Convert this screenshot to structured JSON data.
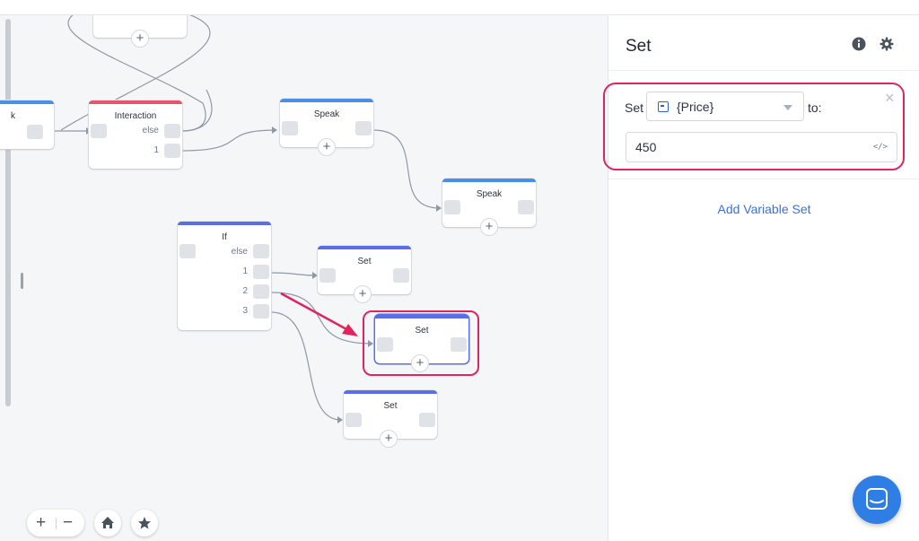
{
  "canvas": {
    "nodes": {
      "top_partial": {},
      "left_partial": {
        "label": "k"
      },
      "interaction": {
        "title": "Interaction",
        "ports": [
          "else",
          "1"
        ]
      },
      "speak1": {
        "title": "Speak"
      },
      "speak2": {
        "title": "Speak"
      },
      "if_node": {
        "title": "If",
        "ports": [
          "else",
          "1",
          "2",
          "3"
        ]
      },
      "set1": {
        "title": "Set"
      },
      "set2": {
        "title": "Set"
      },
      "set3": {
        "title": "Set"
      }
    },
    "add_symbol": "+",
    "controls": {
      "zoom_in": "+",
      "zoom_out": "−"
    }
  },
  "panel": {
    "title": "Set",
    "set_label": "Set",
    "variable": "{Price}",
    "to_label": "to:",
    "value": "450",
    "code_toggle": "</>",
    "close": "×",
    "add_link": "Add Variable Set"
  },
  "colors": {
    "highlight": "#e0245e",
    "link": "#3b6fe0",
    "node_bar_blue": "#4a90e2",
    "node_bar_red": "#e4566b",
    "node_bar_indigo": "#5b6ee8",
    "chat_button": "#2f7ee6"
  },
  "icons": [
    "info-icon",
    "gear-icon",
    "close-icon",
    "variable-icon",
    "caret-down-icon",
    "code-icon",
    "home-icon",
    "star-icon",
    "chat-icon",
    "arrow-annotation"
  ]
}
